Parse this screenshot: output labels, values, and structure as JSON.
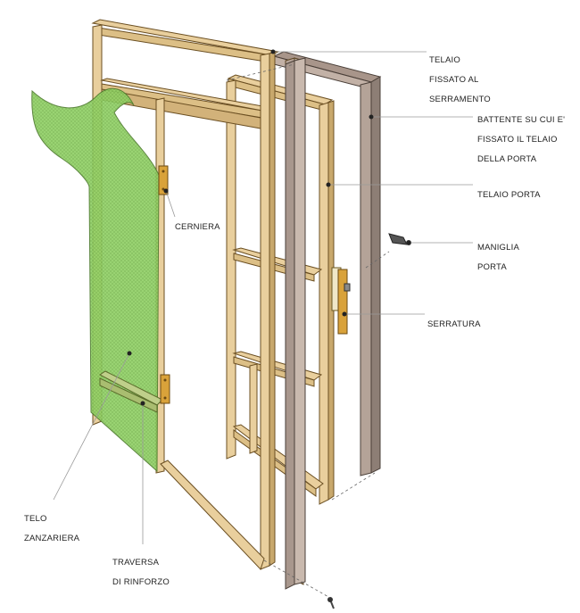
{
  "labels": {
    "telaio_fissato": [
      "TELAIO",
      "FISSATO AL",
      "SERRAMENTO"
    ],
    "battente": [
      "BATTENTE SU CUI E'",
      "FISSATO IL TELAIO",
      "DELLA PORTA"
    ],
    "telaio_porta": [
      "TELAIO PORTA"
    ],
    "maniglia": [
      "MANIGLIA",
      "PORTA"
    ],
    "serratura": [
      "SERRATURA"
    ],
    "cerniera": [
      "CERNIERA"
    ],
    "telo": [
      "TELO",
      "ZANZARIERA"
    ],
    "traversa": [
      "TRAVERSA",
      "DI RINFORZO"
    ]
  },
  "colors": {
    "wood": "#e9cf9d",
    "wood_edge": "#6b4f22",
    "battente": "#b9a59a",
    "battente_dark": "#8a7a72",
    "mesh": "#8fcf63",
    "mesh_edge": "#4c7a2c",
    "brass": "#d9a23a",
    "leader": "#9a9a9a"
  }
}
